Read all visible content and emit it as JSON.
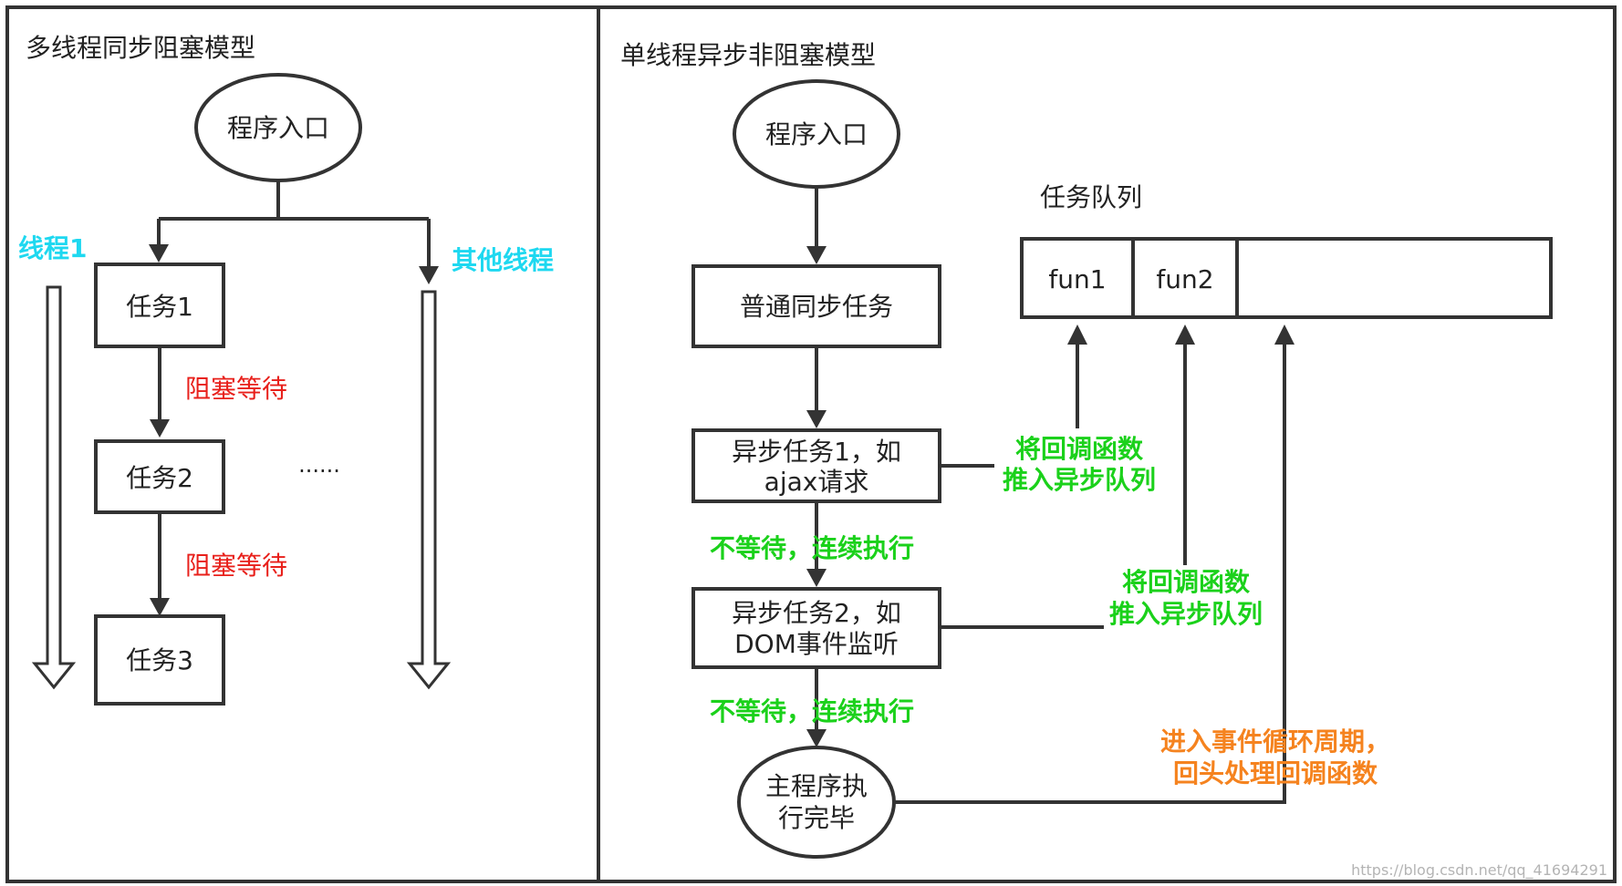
{
  "left_panel": {
    "title": "多线程同步阻塞模型",
    "entry": "程序入口",
    "thread1_label": "线程1",
    "other_threads_label": "其他线程",
    "task1": "任务1",
    "task2": "任务2",
    "task3": "任务3",
    "wait1": "阻塞等待",
    "wait2": "阻塞等待",
    "ellipsis": "......"
  },
  "right_panel": {
    "title": "单线程异步非阻塞模型",
    "entry": "程序入口",
    "sync_task": "普通同步任务",
    "async1_line1": "异步任务1，如",
    "async1_line2": "ajax请求",
    "async2_line1": "异步任务2，如",
    "async2_line2": "DOM事件监听",
    "no_wait1": "不等待，连续执行",
    "no_wait2": "不等待，连续执行",
    "main_done_line1": "主程序执",
    "main_done_line2": "行完毕",
    "queue_title": "任务队列",
    "queue_items": [
      "fun1",
      "fun2"
    ],
    "push1_line1": "将回调函数",
    "push1_line2": "推入异步队列",
    "push2_line1": "将回调函数",
    "push2_line2": "推入异步队列",
    "loop_line1": "进入事件循环周期，",
    "loop_line2": "回头处理回调函数"
  },
  "watermark": "https://blog.csdn.net/qq_41694291",
  "colors": {
    "stroke": "#333333",
    "thread_label": "#1ed8f0",
    "wait_label": "#e8201b",
    "async_label": "#1bd11b",
    "loop_label": "#f5831f"
  }
}
